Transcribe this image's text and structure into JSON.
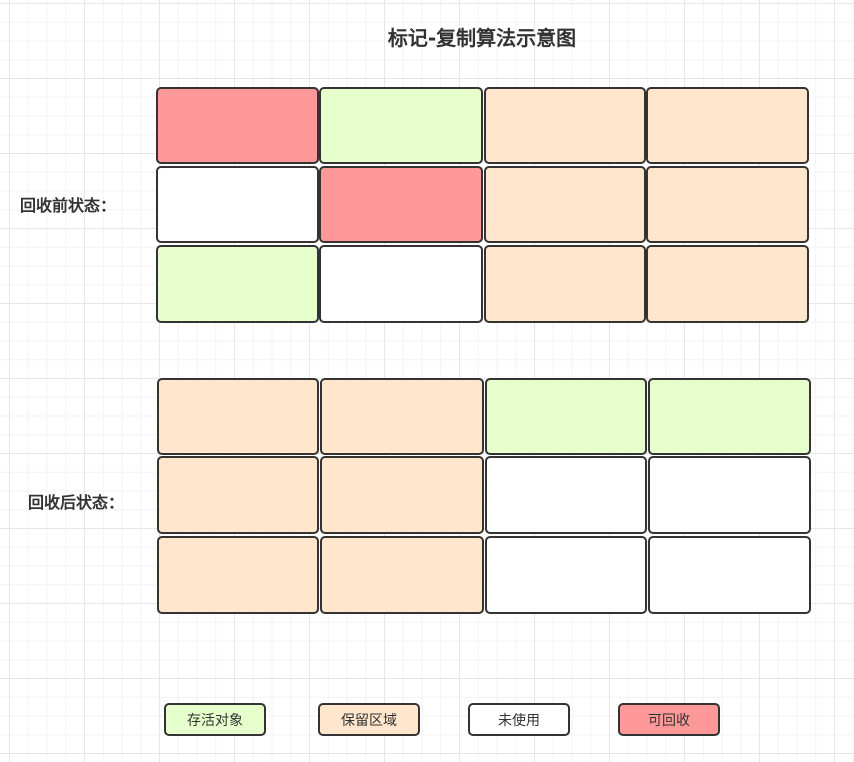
{
  "title": "标记-复制算法示意图",
  "before_label": "回收前状态：",
  "after_label": "回收后状态：",
  "colors": {
    "alive": "#E6FFCC",
    "reserved": "#FFE6CC",
    "unused": "#FFFFFF",
    "reclaimable": "#FF9999"
  },
  "before_grid": [
    [
      "reclaimable",
      "alive",
      "reserved",
      "reserved"
    ],
    [
      "unused",
      "reclaimable",
      "reserved",
      "reserved"
    ],
    [
      "alive",
      "unused",
      "reserved",
      "reserved"
    ]
  ],
  "after_grid": [
    [
      "reserved",
      "reserved",
      "alive",
      "alive"
    ],
    [
      "reserved",
      "reserved",
      "unused",
      "unused"
    ],
    [
      "reserved",
      "reserved",
      "unused",
      "unused"
    ]
  ],
  "legend": [
    {
      "key": "alive",
      "label": "存活对象"
    },
    {
      "key": "reserved",
      "label": "保留区域"
    },
    {
      "key": "unused",
      "label": "未使用"
    },
    {
      "key": "reclaimable",
      "label": "可回收"
    }
  ]
}
